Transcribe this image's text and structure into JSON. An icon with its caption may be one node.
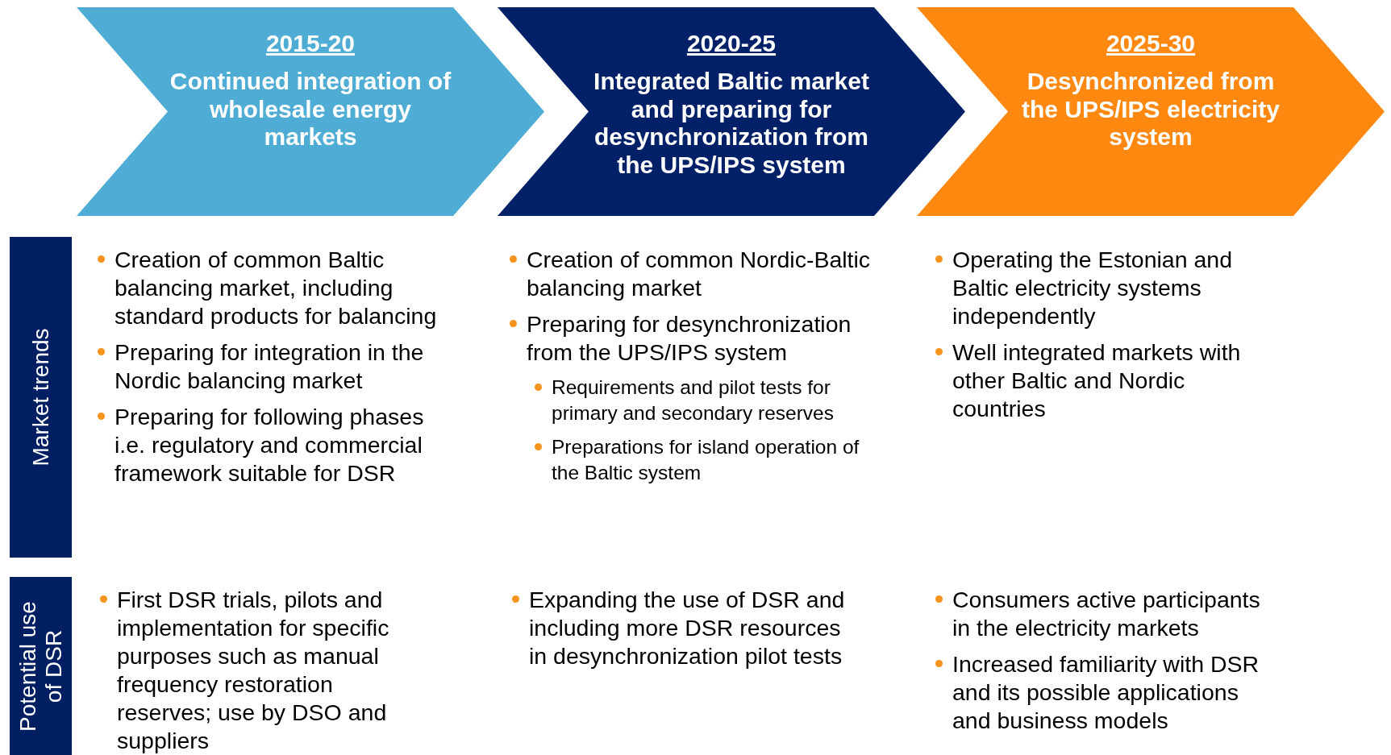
{
  "diagram": {
    "nodes": [
      {
        "text": [
          "2015-20",
          "Continued integration of wholesale energy markets"
        ]
      },
      {
        "text": [
          "2020-25",
          "Integrated Baltic market and preparing for desynchronization from the UPS/IPS system"
        ]
      },
      {
        "text": [
          "2025-30",
          "Desynchronized from the UPS/IPS electricity system"
        ]
      },
      {
        "text": [
          "Market trends"
        ]
      },
      {
        "text": [
          "Potential use of DSR"
        ]
      }
    ],
    "labels": [
      "Creation of common Baltic balancing market, including standard products for balancing",
      "Preparing for integration in the Nordic balancing market",
      "Preparing for following phases i.e. regulatory and commercial framework suitable for DSR",
      "Creation of common Nordic-Baltic balancing market",
      "Preparing for desynchronization from the UPS/IPS system",
      "Requirements and pilot tests for primary and secondary reserves",
      "Preparations for island operation of the Baltic system",
      "Operating the Estonian and Baltic electricity systems independently",
      "Well integrated markets with other Baltic and Nordic countries",
      "First DSR trials, pilots and implementation for specific purposes such as manual frequency restoration reserves; use by DSO and suppliers",
      "Expanding the use of DSR and including more DSR resources in desynchronization pilot tests",
      "Consumers active participants in the electricity markets",
      "Increased familiarity with DSR and its possible applications and business models"
    ]
  }
}
